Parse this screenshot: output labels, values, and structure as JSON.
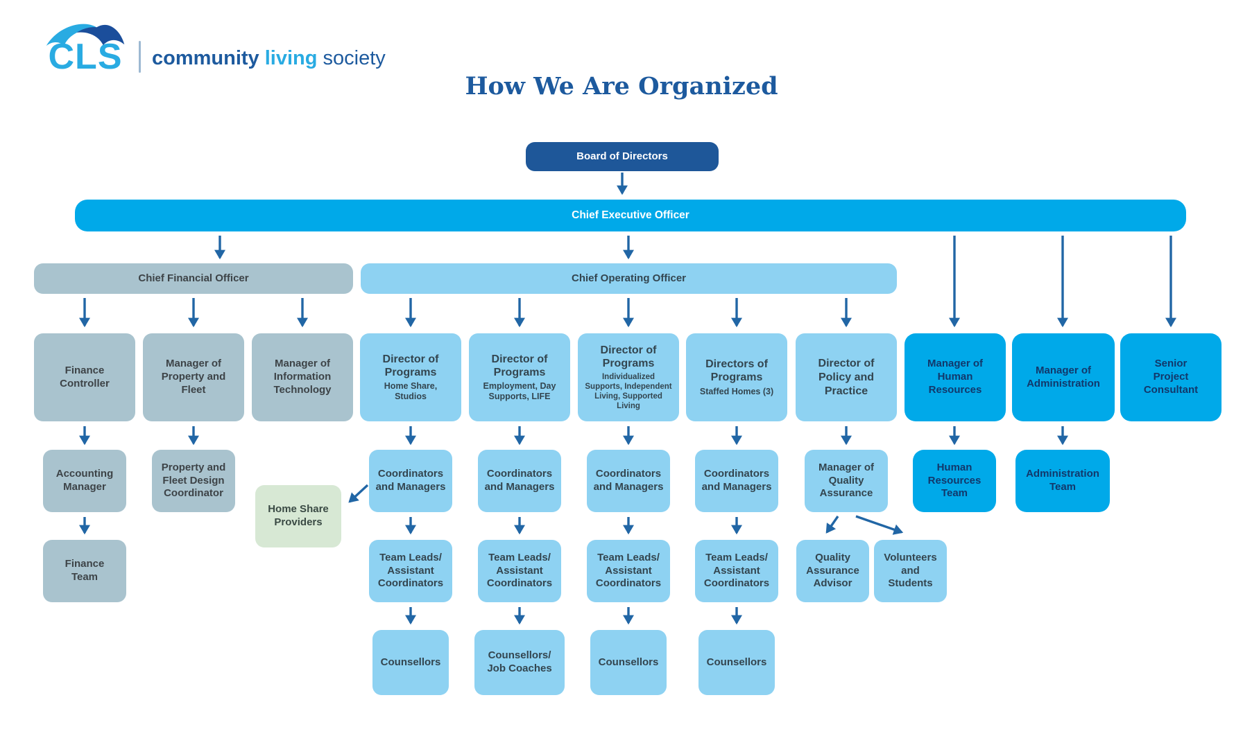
{
  "logo": {
    "acronym": "CLS",
    "words": [
      "community",
      "living",
      "society"
    ]
  },
  "title": "How We Are Organized",
  "colors": {
    "navy_box": "#1e5799",
    "cyan_box": "#00a9e9",
    "light_blue_box": "#8ed2f2",
    "gray_blue_box": "#a9c3ce",
    "green_box": "#d7e8d4",
    "arrow": "#2166a5",
    "title_text": "#1d5a9e",
    "logo_cyan": "#29abe2"
  },
  "nodes": {
    "board": "Board of Directors",
    "ceo": "Chief Executive Officer",
    "cfo": "Chief Financial Officer",
    "coo": "Chief Operating Officer",
    "finance_controller": "Finance Controller",
    "manager_property_fleet": "Manager of Property and Fleet",
    "manager_it": "Manager of Information Technology",
    "director_home_share": {
      "title": "Director of Programs",
      "subtitle": "Home Share, Studios"
    },
    "director_employment": {
      "title": "Director of Programs",
      "subtitle": "Employment, Day Supports, LIFE"
    },
    "director_individualized": {
      "title": "Director of Programs",
      "subtitle": "Individualized Supports, Independent Living, Supported Living"
    },
    "directors_staffed_homes": {
      "title": "Directors of Programs",
      "subtitle": "Staffed Homes (3)"
    },
    "director_policy_practice": "Director of Policy and Practice",
    "manager_hr": "Manager of Human Resources",
    "manager_admin": "Manager of Administration",
    "senior_project_consultant": "Senior Project Consultant",
    "accounting_manager": "Accounting Manager",
    "property_fleet_design_coordinator": "Property and Fleet Design Coordinator",
    "home_share_providers": "Home Share Providers",
    "coordinators_managers": "Coordinators and Managers",
    "manager_quality_assurance": "Manager of Quality Assurance",
    "hr_team": "Human Resources Team",
    "admin_team": "Administration Team",
    "finance_team": "Finance Team",
    "team_leads": "Team Leads/ Assistant Coordinators",
    "quality_assurance_advisor": "Quality Assurance Advisor",
    "volunteers_students": "Volunteers and Students",
    "counsellors": "Counsellors",
    "counsellors_job_coaches": "Counsellors/ Job Coaches"
  }
}
